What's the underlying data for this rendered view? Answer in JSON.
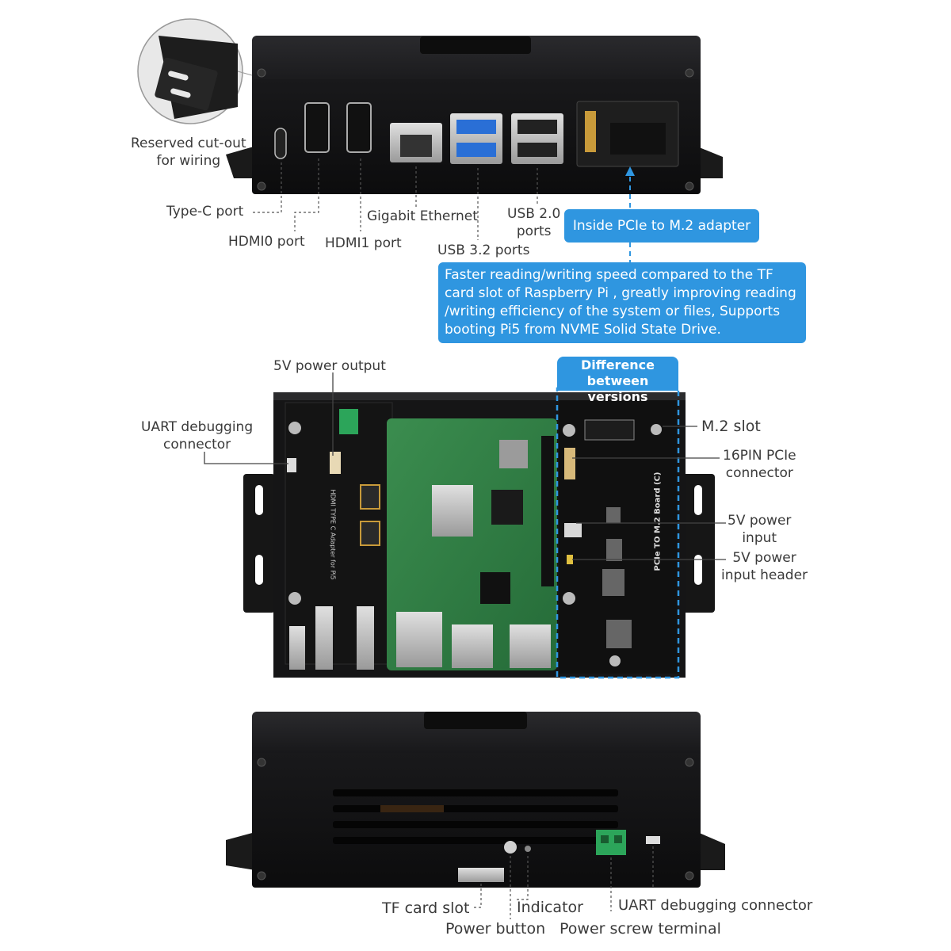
{
  "top_view": {
    "reserved_cutout": "Reserved cut-out\nfor wiring",
    "type_c": "Type-C port",
    "hdmi0": "HDMI0 port",
    "hdmi1": "HDMI1 port",
    "ethernet": "Gigabit Ethernet",
    "usb2": "USB 2.0\nports",
    "usb3": "USB 3.2 ports",
    "pcie_adapter": "Inside PCIe to M.2 adapter",
    "info": "Faster reading/writing speed compared to the TF card slot of Raspberry Pi , greatly improving reading /writing efficiency of the system or files, Supports booting Pi5 from NVME Solid State Drive."
  },
  "middle_view": {
    "difference": "Difference\nbetween versions",
    "power_output": "5V power output",
    "uart": "UART debugging\nconnector",
    "m2_slot": "M.2 slot",
    "pcie_16pin": "16PIN PCIe\nconnector",
    "power_input": "5V power\ninput",
    "power_header": "5V power\ninput header",
    "board_text_adapter": "HDMI TYPE C Adapter for Pi5",
    "board_text_pcie": "PCIe TO M.2 Board (C)"
  },
  "bottom_view": {
    "tf_card": "TF card slot",
    "indicator": "Indicator",
    "power_button": "Power button",
    "screw_terminal": "Power screw terminal",
    "uart": "UART debugging connector"
  },
  "colors": {
    "accent": "#2f96e0",
    "case": "#1c1c1e",
    "pcb": "#2e7d43"
  }
}
